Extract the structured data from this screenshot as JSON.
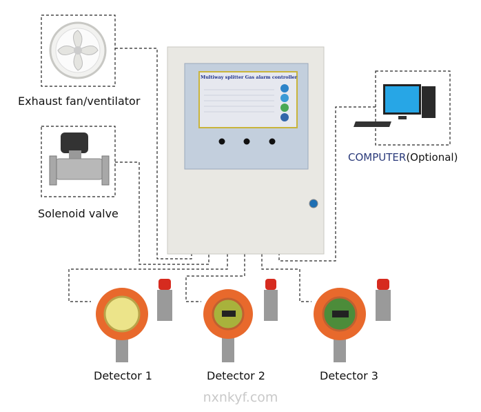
{
  "labels": {
    "fan": "Exhaust fan/ventilator",
    "valve": "Solenoid valve",
    "computer": "COMPUTER",
    "computer_note": "(Optional)",
    "detector1": "Detector 1",
    "detector2": "Detector 2",
    "detector3": "Detector 3"
  },
  "controller": {
    "screen_title": "Multiway splitter Gas alarm controller"
  },
  "watermark": "nxnkyf.com",
  "colors": {
    "cabinet": "#e9e8e3",
    "detector": "#e8692c",
    "computer_label": "#2a3a7a"
  }
}
